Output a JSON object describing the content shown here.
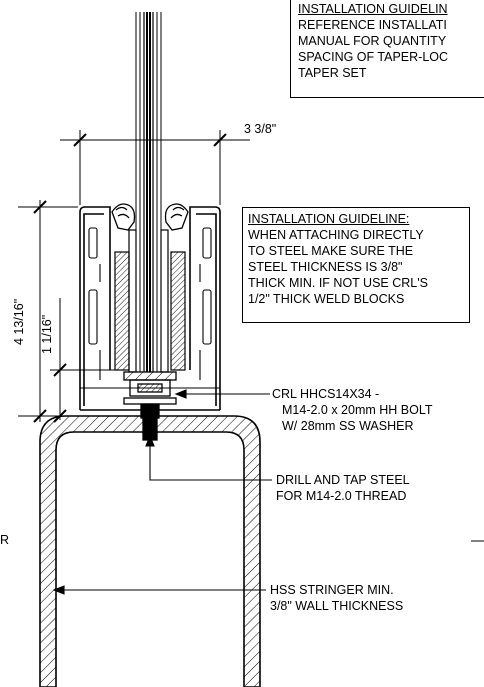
{
  "notes": {
    "top": {
      "title": "INSTALLATION GUIDELIN",
      "lines": [
        "REFERENCE INSTALLATI",
        "MANUAL FOR QUANTITY",
        "SPACING OF TAPER-LOC",
        "TAPER SET"
      ]
    },
    "middle": {
      "title": "INSTALLATION GUIDELINE:",
      "lines": [
        "WHEN ATTACHING DIRECTLY",
        "TO STEEL MAKE SURE THE",
        "STEEL THICKNESS IS 3/8\"",
        "THICK MIN. IF NOT USE CRL'S",
        "1/2\" THICK WELD BLOCKS"
      ]
    }
  },
  "dimensions": {
    "width": "3 3/8\"",
    "overall_height": "4 13/16\"",
    "base_height": "1 1/16\""
  },
  "callouts": {
    "bolt": [
      "CRL HHCS14X34 -",
      "M14-2.0 x 20mm HH BOLT",
      "W/ 28mm SS WASHER"
    ],
    "drill": [
      "DRILL AND TAP STEEL",
      "FOR M14-2.0 THREAD"
    ],
    "stringer": [
      "HSS STRINGER MIN.",
      "3/8\" WALL THICKNESS"
    ]
  },
  "edge_fragment": "R"
}
